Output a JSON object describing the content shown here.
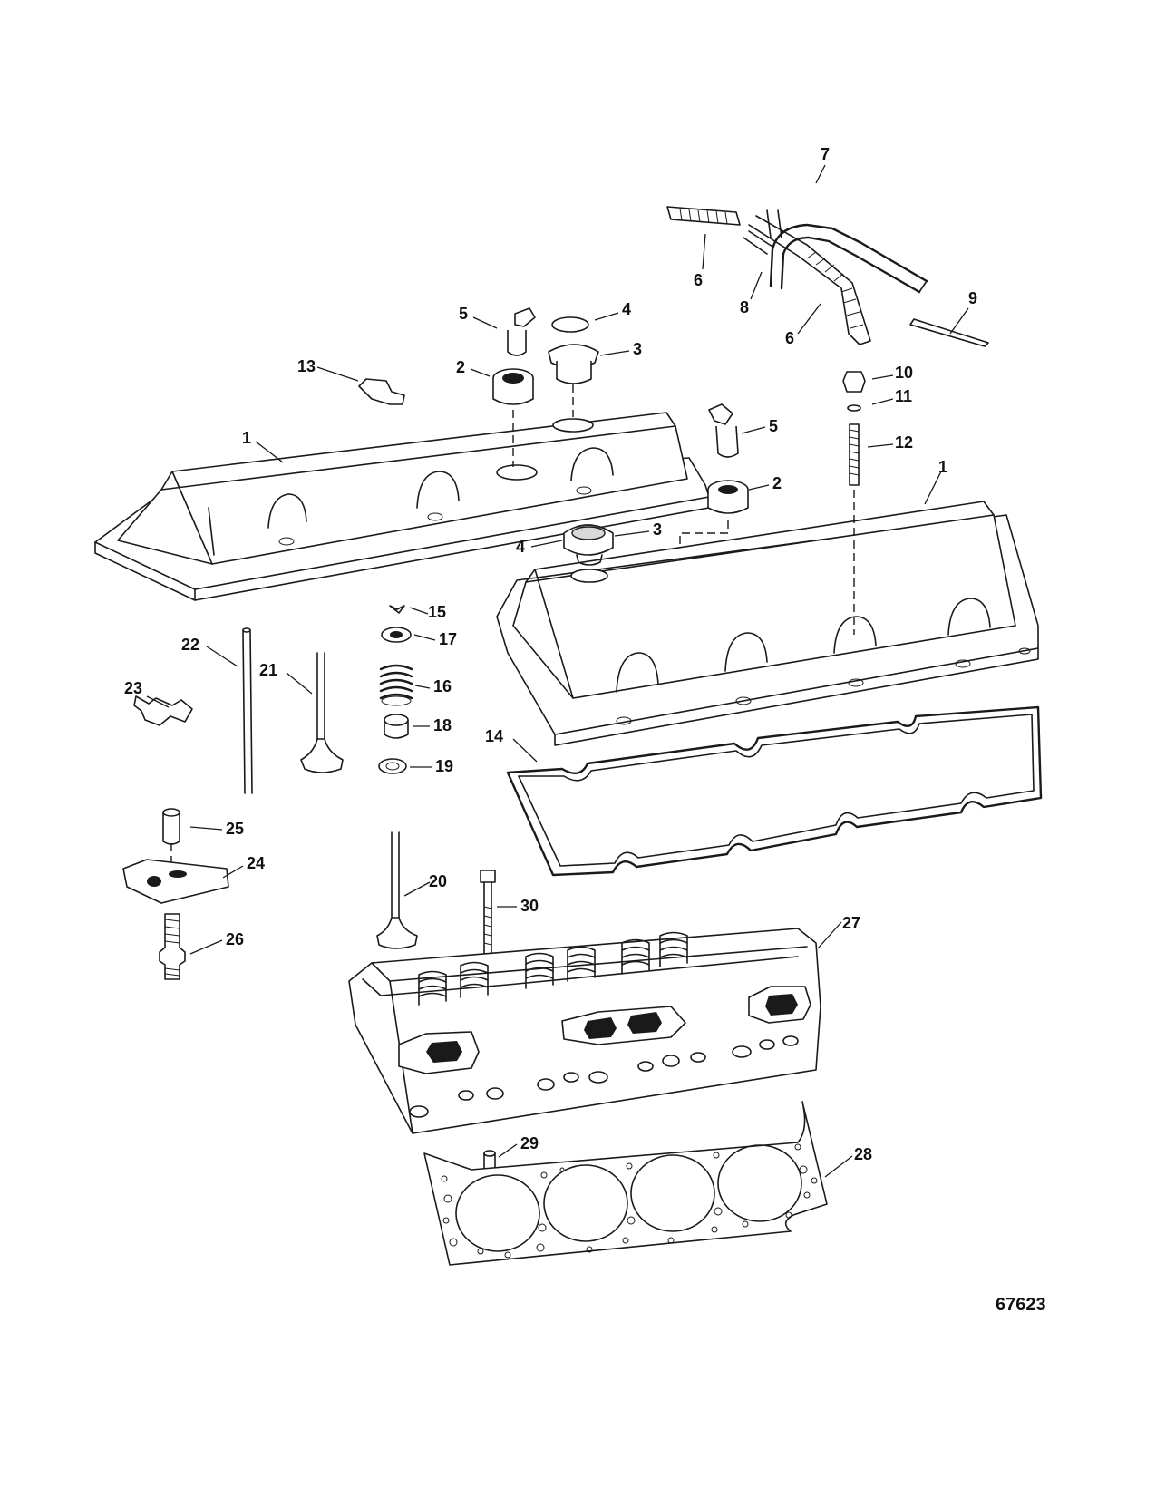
{
  "figure_number": "67623",
  "callouts": [
    {
      "id": "c7",
      "text": "7"
    },
    {
      "id": "c6a",
      "text": "6"
    },
    {
      "id": "c8",
      "text": "8"
    },
    {
      "id": "c6b",
      "text": "6"
    },
    {
      "id": "c9",
      "text": "9"
    },
    {
      "id": "c5a",
      "text": "5"
    },
    {
      "id": "c4a",
      "text": "4"
    },
    {
      "id": "c3a",
      "text": "3"
    },
    {
      "id": "c2a",
      "text": "2"
    },
    {
      "id": "c13",
      "text": "13"
    },
    {
      "id": "c1a",
      "text": "1"
    },
    {
      "id": "c10",
      "text": "10"
    },
    {
      "id": "c11",
      "text": "11"
    },
    {
      "id": "c12",
      "text": "12"
    },
    {
      "id": "c5b",
      "text": "5"
    },
    {
      "id": "c2b",
      "text": "2"
    },
    {
      "id": "c1b",
      "text": "1"
    },
    {
      "id": "c3b",
      "text": "3"
    },
    {
      "id": "c4b",
      "text": "4"
    },
    {
      "id": "c15",
      "text": "15"
    },
    {
      "id": "c17",
      "text": "17"
    },
    {
      "id": "c22",
      "text": "22"
    },
    {
      "id": "c21",
      "text": "21"
    },
    {
      "id": "c16",
      "text": "16"
    },
    {
      "id": "c23",
      "text": "23"
    },
    {
      "id": "c18",
      "text": "18"
    },
    {
      "id": "c14",
      "text": "14"
    },
    {
      "id": "c19",
      "text": "19"
    },
    {
      "id": "c25",
      "text": "25"
    },
    {
      "id": "c24",
      "text": "24"
    },
    {
      "id": "c20",
      "text": "20"
    },
    {
      "id": "c30",
      "text": "30"
    },
    {
      "id": "c27",
      "text": "27"
    },
    {
      "id": "c26",
      "text": "26"
    },
    {
      "id": "c29",
      "text": "29"
    },
    {
      "id": "c28",
      "text": "28"
    }
  ]
}
